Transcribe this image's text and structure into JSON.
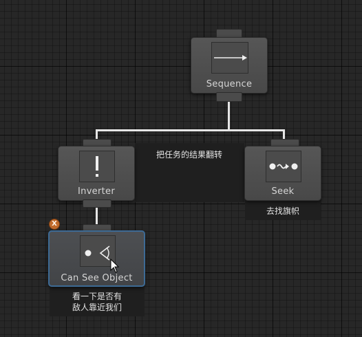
{
  "nodes": {
    "sequence": {
      "label": "Sequence",
      "icon": "arrow-right-icon"
    },
    "inverter": {
      "label": "Inverter",
      "icon": "exclamation-icon",
      "comment": "把任务的结果翻转"
    },
    "seek": {
      "label": "Seek",
      "icon": "seek-path-icon",
      "comment": "去找旗帜"
    },
    "can_see_object": {
      "label": "Can See Object",
      "icon": "eye-cone-icon",
      "comment_line1": "看一下是否有",
      "comment_line2": "敌人靠近我们",
      "badge": "X"
    }
  },
  "colors": {
    "wire": "#e6e6e6",
    "node": "#4e4e4e",
    "selected_border": "#3d6a94",
    "badge": "#c06a2b",
    "background": "#272727"
  }
}
